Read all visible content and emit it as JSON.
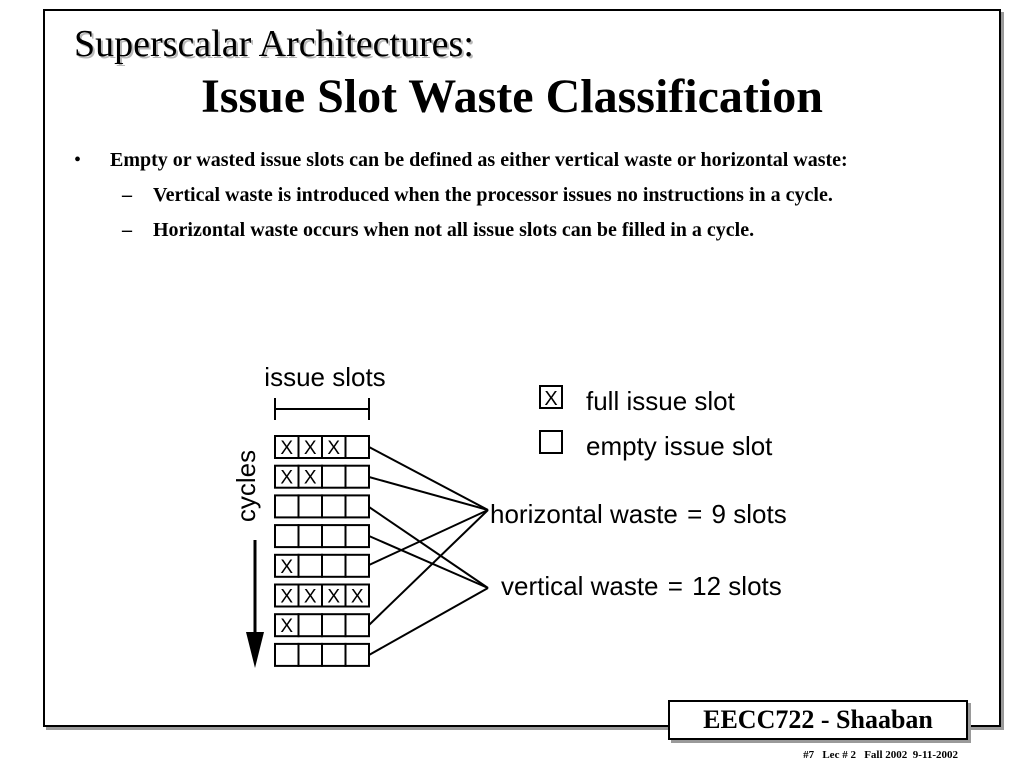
{
  "slide": {
    "title_line1": "Superscalar Architectures:",
    "title_line2": "Issue Slot Waste Classification"
  },
  "bullets": {
    "main_marker": "•",
    "main": "Empty or wasted issue slots can be defined as either vertical waste or horizontal waste:",
    "sub_marker": "–",
    "sub": [
      "Vertical waste is introduced when the processor issues no instructions in a cycle.",
      "Horizontal waste occurs when not all issue slots can be filled in a cycle."
    ]
  },
  "diagram": {
    "issue_slots_label": "issue slots",
    "cycles_label": "cycles",
    "full_mark": "X",
    "legend": {
      "full": "full issue slot",
      "empty": "empty issue slot"
    },
    "horizontal": {
      "label": "horizontal waste",
      "equals": "=",
      "value": "9 slots"
    },
    "vertical": {
      "label": "vertical waste",
      "equals": "=",
      "value": "12 slots"
    },
    "slots_per_cycle": 4,
    "filled_per_cycle": [
      3,
      2,
      0,
      0,
      1,
      4,
      1,
      0
    ]
  },
  "footer": {
    "course": "EECC722 - Shaaban",
    "meta": "#7   Lec # 2   Fall 2002  9-11-2002"
  }
}
